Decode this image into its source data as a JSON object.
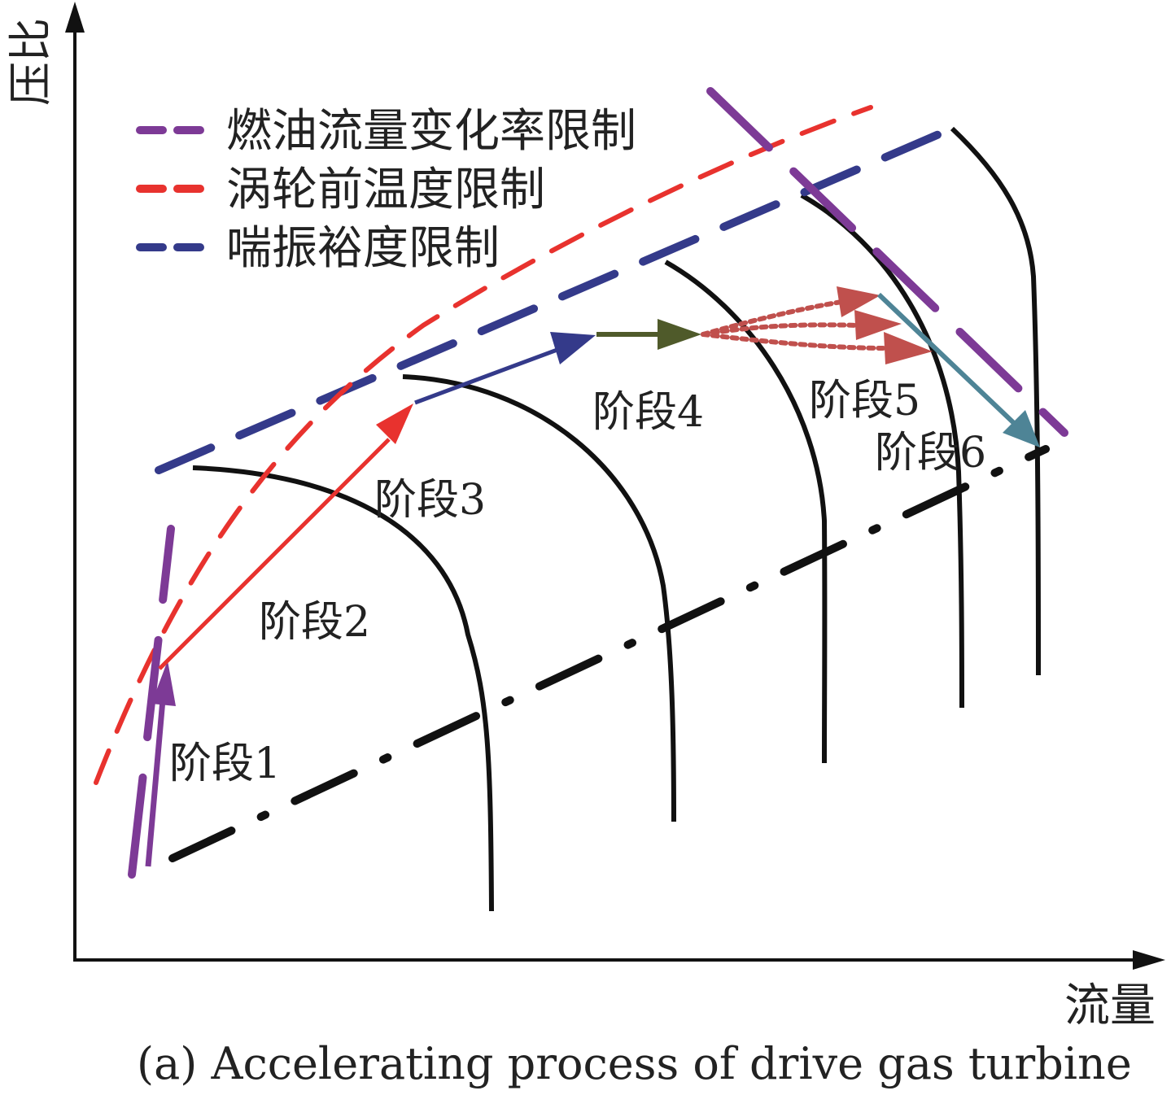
{
  "axes": {
    "y_label": "压比",
    "x_label": "流量"
  },
  "legend": [
    {
      "label": "燃油流量变化率限制",
      "color": "#7d3a96"
    },
    {
      "label": "涡轮前温度限制",
      "color": "#e8322e"
    },
    {
      "label": "喘振裕度限制",
      "color": "#343a8a"
    }
  ],
  "stages": {
    "s1": "阶段1",
    "s2": "阶段2",
    "s3": "阶段3",
    "s4": "阶段4",
    "s5": "阶段5",
    "s6": "阶段6"
  },
  "colors": {
    "speed_line": "#111111",
    "operating_line": "#111111",
    "stage1_arrow": "#7d3a96",
    "stage2_arrow": "#e8322e",
    "stage3_arrow": "#343a8a",
    "stage4_arrow": "#4f5a2a",
    "stage5_arrows": "#c0504d",
    "stage6_arrow": "#4e8496"
  },
  "caption": "(a) Accelerating process of drive gas turbine"
}
